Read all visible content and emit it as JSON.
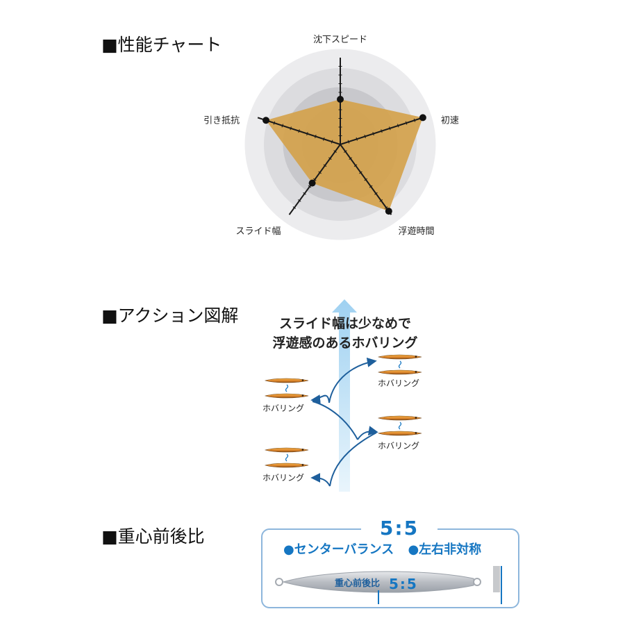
{
  "sections": {
    "performance": "■性能チャート",
    "action": "■アクション図解",
    "balance": "■重心前後比"
  },
  "colors": {
    "radar_fill": "#d4a24c",
    "radar_axis": "#1a1a1a",
    "ring_outer": "#ececee",
    "ring_inner": "#c8c8cc",
    "accent_blue": "#1576c2",
    "frame_blue": "#8db6dc",
    "lure_orange": "#e0922a",
    "lure_edge": "#6b3f12",
    "rise_arrow": "#bfe0f7"
  },
  "chart_data": {
    "type": "radar",
    "axes": [
      "沈下スピード",
      "初速",
      "浮遊時間",
      "スライド幅",
      "引き抵抗"
    ],
    "values": [
      0.52,
      1.0,
      0.95,
      0.55,
      0.9
    ],
    "max": 1
  },
  "action": {
    "caption_line1": "スライド幅は少なめで",
    "caption_line2": "浮遊感のあるホバリング",
    "hover_labels": [
      "ホバリング",
      "ホバリング",
      "ホバリング",
      "ホバリング"
    ]
  },
  "balance": {
    "ratio_big": "5:5",
    "feature1": "●センターバランス",
    "feature2": "●左右非対称",
    "lure_label": "重心前後比",
    "lure_ratio": "5:5"
  }
}
